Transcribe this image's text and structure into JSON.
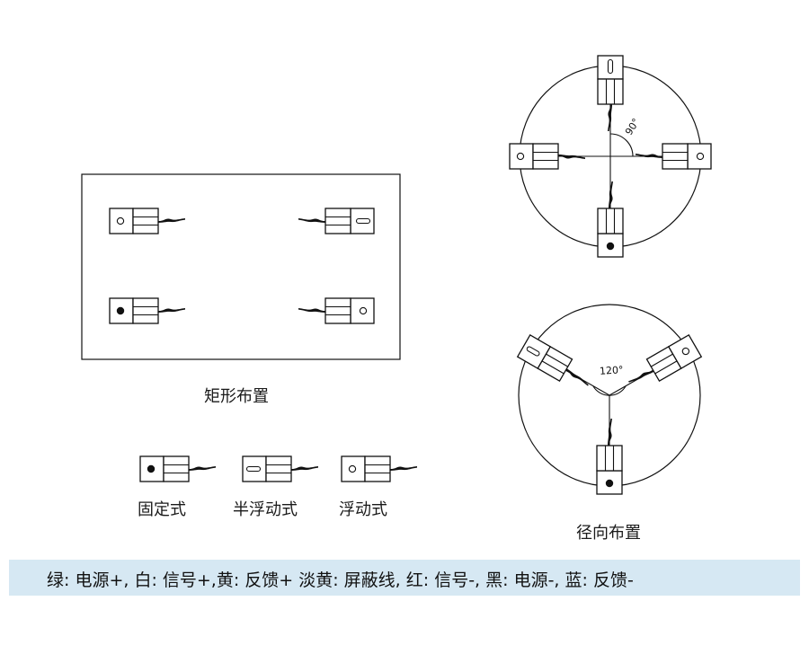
{
  "captions": {
    "rect_layout": "矩形布置",
    "radial_layout": "径向布置"
  },
  "legend": {
    "fixed": "固定式",
    "semi_floating": "半浮动式",
    "floating": "浮动式"
  },
  "angles": {
    "four_point": "90°",
    "three_point": "120°"
  },
  "footer": {
    "wire_colors": "绿: 电源+, 白: 信号+,黄: 反馈+  淡黄: 屏蔽线, 红: 信号-, 黑: 电源-, 蓝: 反馈-"
  }
}
